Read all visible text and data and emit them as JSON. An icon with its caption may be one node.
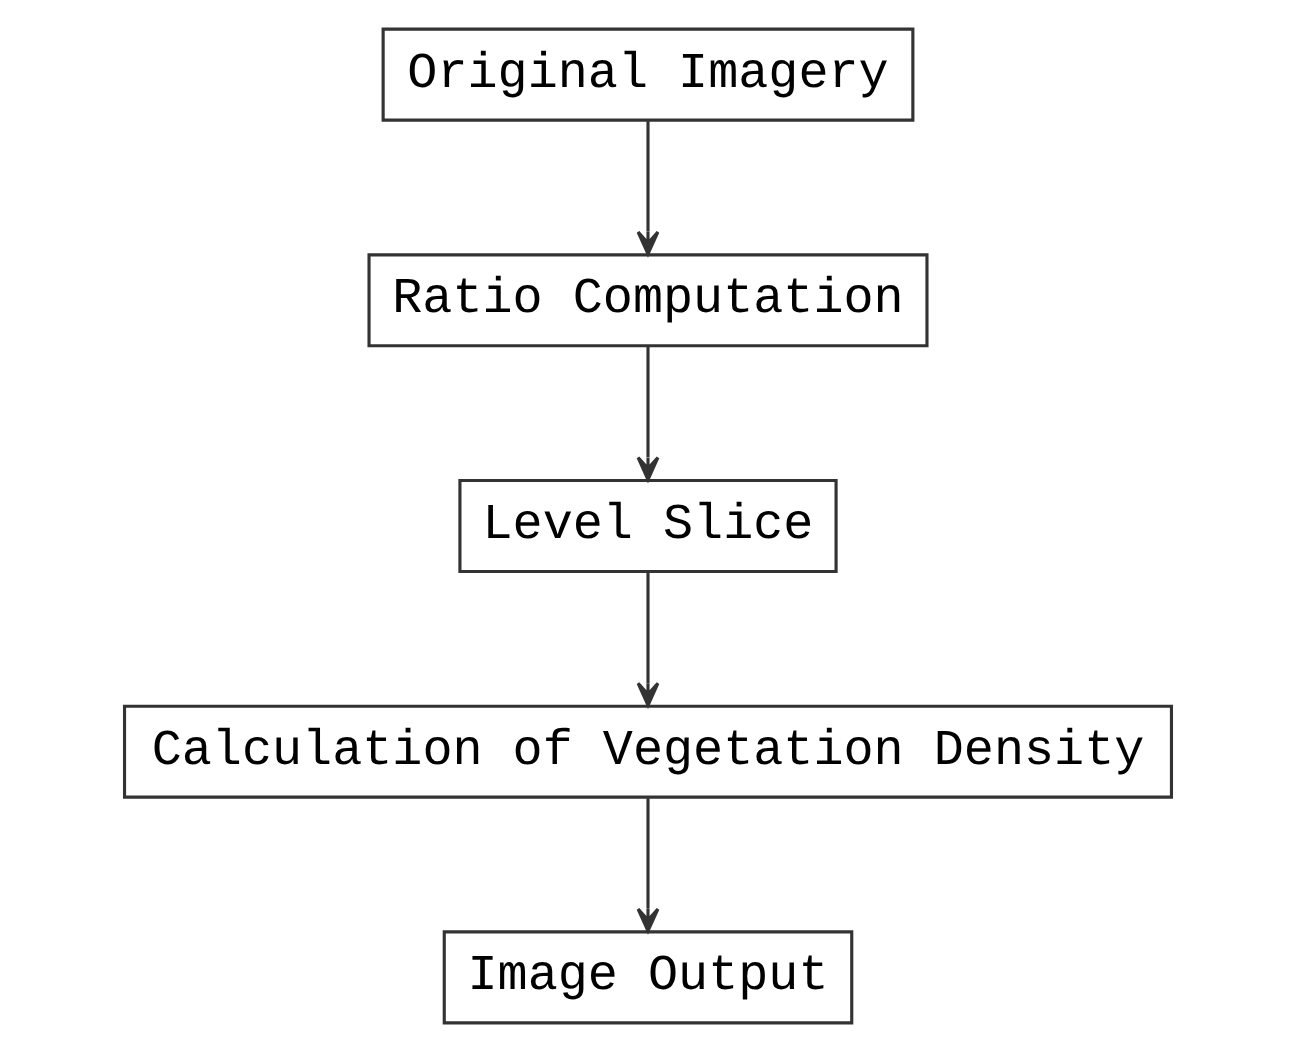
{
  "diagram": {
    "nodes": [
      {
        "text": [
          "Original Imagery"
        ]
      },
      {
        "text": [
          "Ratio Computation"
        ]
      },
      {
        "text": [
          "Level Slice"
        ]
      },
      {
        "text": [
          "Calculation of Vegetation Density"
        ]
      },
      {
        "text": [
          "Image Output"
        ]
      }
    ],
    "edges": [
      {
        "from": 0,
        "to": 1,
        "arrow": "to"
      },
      {
        "from": 1,
        "to": 2,
        "arrow": "to"
      },
      {
        "from": 2,
        "to": 3,
        "arrow": "to"
      },
      {
        "from": 3,
        "to": 4,
        "arrow": "to"
      }
    ]
  }
}
